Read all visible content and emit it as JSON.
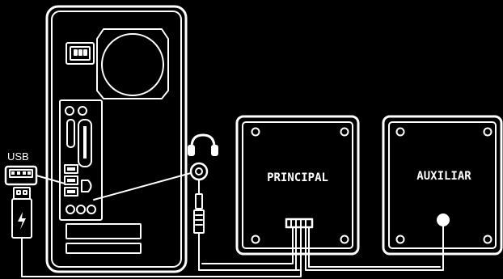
{
  "labels": {
    "usb": "USB",
    "principal": "PRINCIPAL",
    "auxiliar": "AUXILIAR"
  },
  "colors": {
    "background": "#000000",
    "stroke": "#ffffff"
  },
  "icons": [
    "power-socket-icon",
    "fan-icon",
    "headphones-icon",
    "audio-jack-icon",
    "usb-port-icon",
    "usb-plug-icon",
    "power-bolt-icon"
  ]
}
